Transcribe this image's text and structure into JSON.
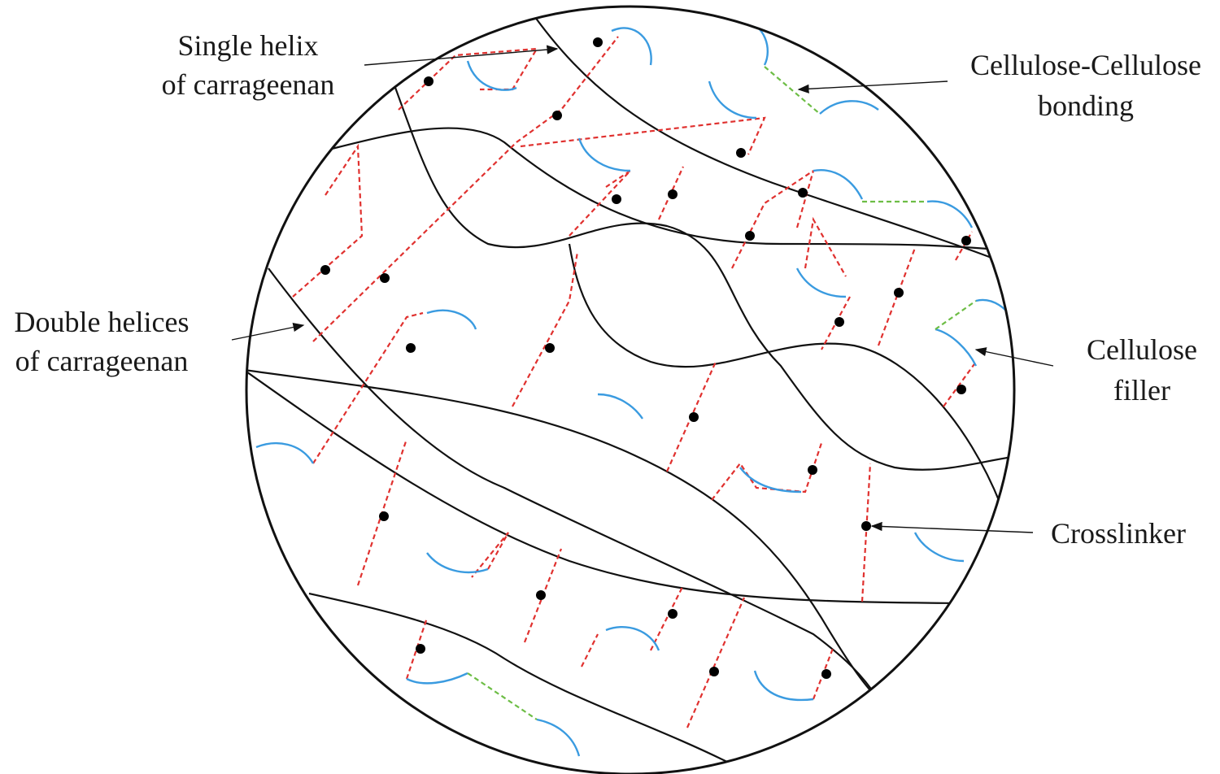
{
  "labels": {
    "single_helix_line1": "Single helix",
    "single_helix_line2": "of carrageenan",
    "cellulose_bonding_line1": "Cellulose-Cellulose",
    "cellulose_bonding_line2": "bonding",
    "double_helices_line1": "Double helices",
    "double_helices_line2": "of carrageenan",
    "cellulose_filler_line1": "Cellulose",
    "cellulose_filler_line2": "filler",
    "crosslinker": "Crosslinker"
  },
  "colors": {
    "helix": "#111111",
    "crosslink": "#e0312f",
    "filler": "#3a9be0",
    "bond": "#6dbd45",
    "node": "#000000"
  }
}
